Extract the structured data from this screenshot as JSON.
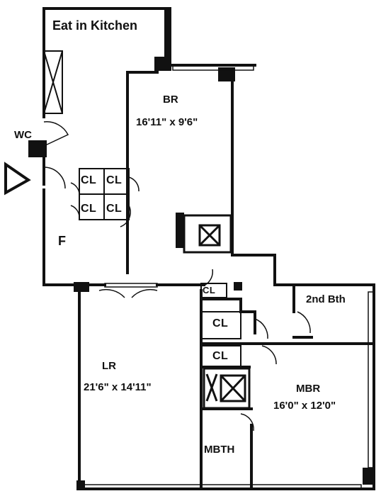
{
  "rooms": {
    "kitchen": {
      "name": "Eat in Kitchen"
    },
    "wc": {
      "name": "WC"
    },
    "br": {
      "name": "BR",
      "dimensions": "16'11\" x 9'6\""
    },
    "foyer": {
      "name": "F"
    },
    "lr": {
      "name": "LR",
      "dimensions": "21'6\" x 14'11\""
    },
    "second_bath": {
      "name": "2nd Bth"
    },
    "mbr": {
      "name": "MBR",
      "dimensions": "16'0\" x 12'0\""
    },
    "mbth": {
      "name": "MBTH"
    }
  },
  "closets": {
    "label": "CL"
  }
}
